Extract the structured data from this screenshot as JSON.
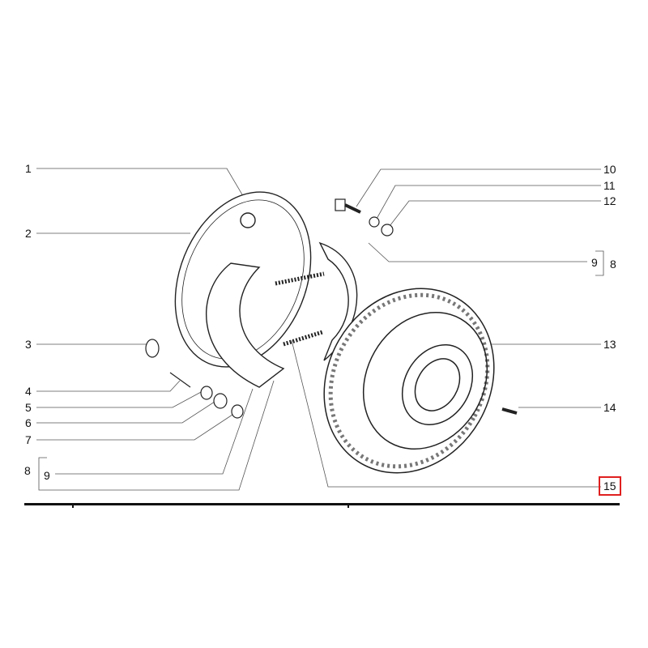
{
  "callouts": {
    "c1": "1",
    "c2": "2",
    "c3": "3",
    "c4": "4",
    "c5": "5",
    "c6": "6",
    "c7": "7",
    "c8_left": "8",
    "c9_left": "9",
    "c10": "10",
    "c11": "11",
    "c12": "12",
    "c9_right": "9",
    "c8_right": "8",
    "c13": "13",
    "c14": "14",
    "c15": "15"
  },
  "selected_callout": "15",
  "colors": {
    "highlight": "#e02020",
    "line": "#333333"
  }
}
